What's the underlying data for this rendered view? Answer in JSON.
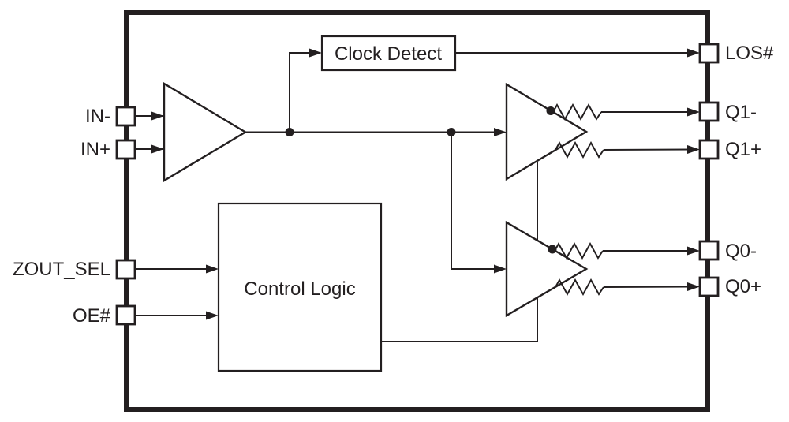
{
  "diagram": {
    "type": "ic-block-diagram",
    "blocks": {
      "clock_detect": {
        "label": "Clock Detect"
      },
      "control_logic": {
        "label": "Control Logic"
      }
    },
    "pins": {
      "left": [
        {
          "id": "in-minus",
          "label": "IN-"
        },
        {
          "id": "in-plus",
          "label": "IN+"
        },
        {
          "id": "zout-sel",
          "label": "ZOUT_SEL"
        },
        {
          "id": "oe",
          "label": "OE#"
        }
      ],
      "right": [
        {
          "id": "los",
          "label": "LOS#"
        },
        {
          "id": "q1-minus",
          "label": "Q1-"
        },
        {
          "id": "q1-plus",
          "label": "Q1+"
        },
        {
          "id": "q0-minus",
          "label": "Q0-"
        },
        {
          "id": "q0-plus",
          "label": "Q0+"
        }
      ]
    },
    "colors": {
      "line": "#231f20",
      "background": "#ffffff",
      "shape_fill": "#ffffff"
    }
  }
}
